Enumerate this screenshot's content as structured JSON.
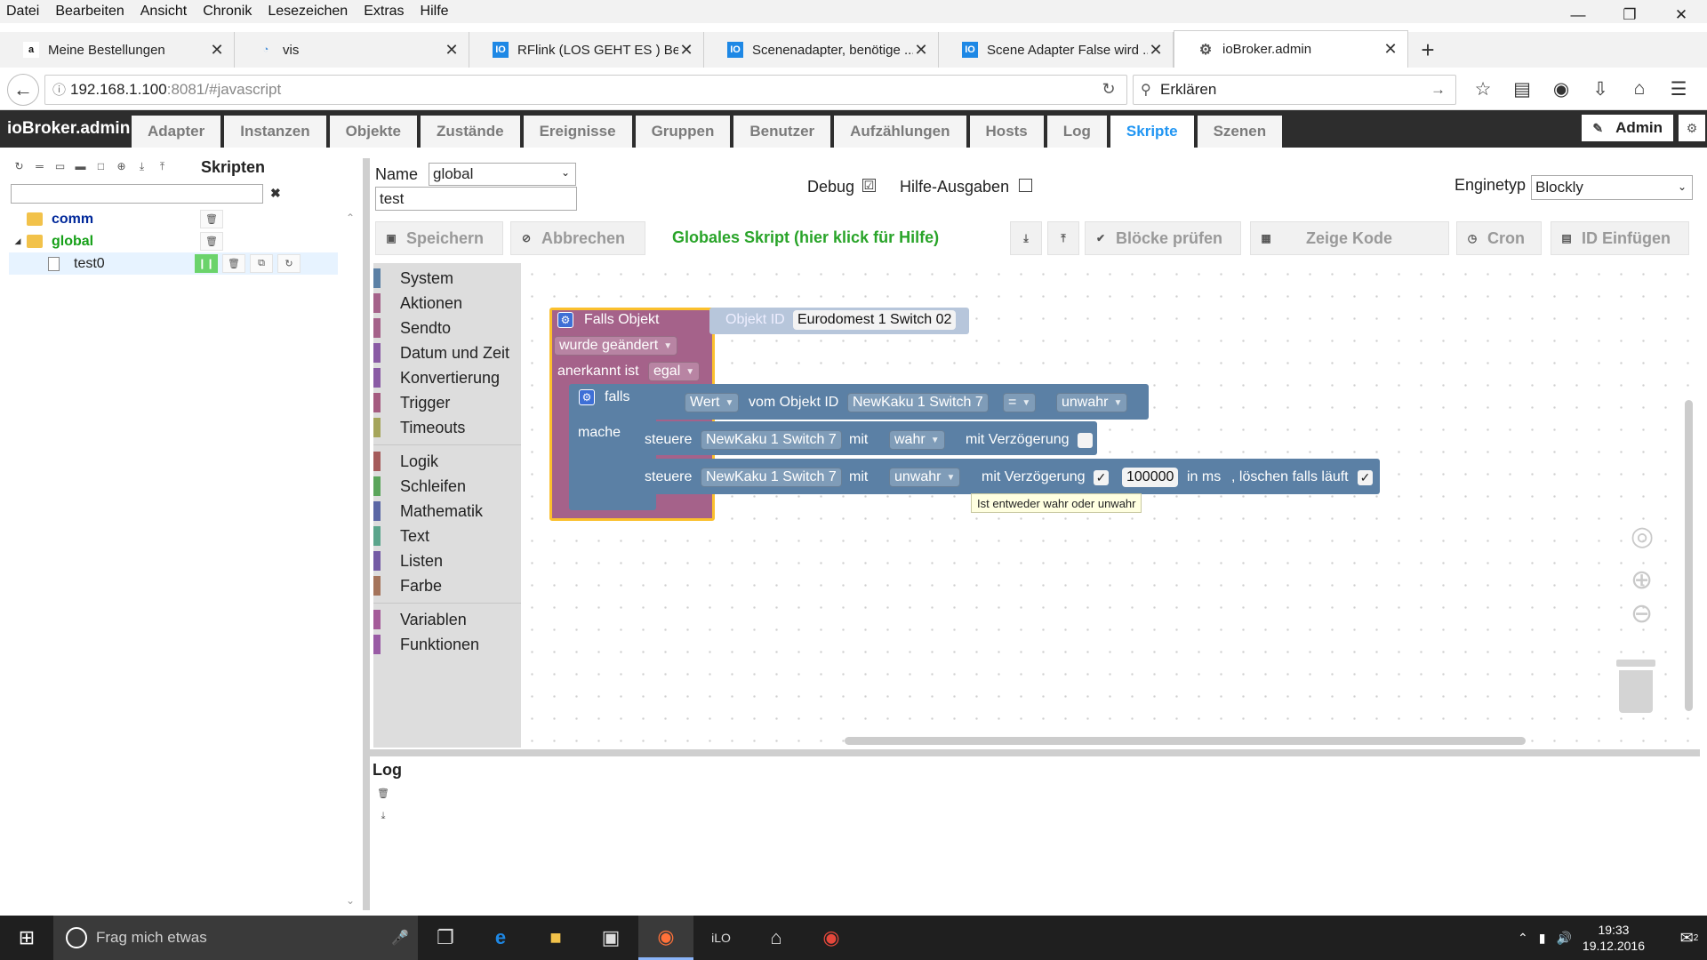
{
  "menubar": [
    "Datei",
    "Bearbeiten",
    "Ansicht",
    "Chronik",
    "Lesezeichen",
    "Extras",
    "Hilfe"
  ],
  "tabs": [
    {
      "label": "Meine Bestellungen",
      "icon": "amazon-icon"
    },
    {
      "label": "vis",
      "icon": "vis-icon"
    },
    {
      "label": "RFlink (LOS GEHT ES ) Bes...",
      "icon": "iobroker-forum-icon"
    },
    {
      "label": "Scenenadapter, benötige ...",
      "icon": "iobroker-forum-icon"
    },
    {
      "label": "Scene Adapter False wird ...",
      "icon": "iobroker-forum-icon"
    },
    {
      "label": "ioBroker.admin",
      "icon": "gear-icon"
    }
  ],
  "nav": {
    "url_host": "192.168.1.100",
    "url_rest": ":8081/#javascript",
    "search_value": "Erklären"
  },
  "app": {
    "brand": "ioBroker.admin",
    "tabs": [
      "Adapter",
      "Instanzen",
      "Objekte",
      "Zustände",
      "Ereignisse",
      "Gruppen",
      "Benutzer",
      "Aufzählungen",
      "Hosts",
      "Log",
      "Skripte",
      "Szenen"
    ],
    "active_tab": "Skripte",
    "user": "Admin"
  },
  "scripts": {
    "title": "Skripten",
    "filter_value": "",
    "tree": [
      {
        "name": "comm",
        "type": "folder"
      },
      {
        "name": "global",
        "type": "folder"
      },
      {
        "name": "test0",
        "type": "script"
      }
    ]
  },
  "editor": {
    "name_label": "Name",
    "name_value": "global",
    "description_value": "test",
    "debug_label": "Debug",
    "debug_checked": "☑",
    "help_label": "Hilfe-Ausgaben",
    "engine_label": "Enginetyp",
    "engine_value": "Blockly",
    "save_label": "Speichern",
    "cancel_label": "Abbrechen",
    "global_hint": "Globales Skript (hier klick für Hilfe)",
    "check_label": "Blöcke prüfen",
    "show_code_label": "Zeige Kode",
    "cron_label": "Cron",
    "insert_id_label": "ID Einfügen"
  },
  "toolbox": {
    "groups": [
      [
        {
          "label": "System",
          "color": "#5b80a5"
        },
        {
          "label": "Aktionen",
          "color": "#a5628a"
        },
        {
          "label": "Sendto",
          "color": "#a5628a"
        },
        {
          "label": "Datum und Zeit",
          "color": "#8a5ba5"
        },
        {
          "label": "Konvertierung",
          "color": "#8a5ba5"
        },
        {
          "label": "Trigger",
          "color": "#a55b80"
        },
        {
          "label": "Timeouts",
          "color": "#a5a55b"
        }
      ],
      [
        {
          "label": "Logik",
          "color": "#a55b5b"
        },
        {
          "label": "Schleifen",
          "color": "#5ba55b"
        },
        {
          "label": "Mathematik",
          "color": "#5b67a5"
        },
        {
          "label": "Text",
          "color": "#5ba58c"
        },
        {
          "label": "Listen",
          "color": "#745ba5"
        },
        {
          "label": "Farbe",
          "color": "#a5745b"
        }
      ],
      [
        {
          "label": "Variablen",
          "color": "#a55b99"
        },
        {
          "label": "Funktionen",
          "color": "#995ba5"
        }
      ]
    ]
  },
  "blocks": {
    "trigger_title": "Falls Objekt",
    "trigger_id_label": "Objekt ID",
    "trigger_id_value": "Eurodomest 1 Switch 02",
    "trigger_cond": "wurde geändert",
    "ack_label": "anerkannt ist",
    "ack_value": "egal",
    "if_label": "falls",
    "do_label": "mache",
    "cond_value_dd": "Wert",
    "cond_from_label": "vom Objekt ID",
    "cond_object": "NewKaku 1 Switch 7",
    "cond_op": "=",
    "cond_rhs": "unwahr",
    "control_label": "steuere",
    "control1_object": "NewKaku 1 Switch 7",
    "with_label": "mit",
    "control1_value": "wahr",
    "delay_label": "mit Verzögerung",
    "control2_object": "NewKaku 1 Switch 7",
    "control2_value": "unwahr",
    "delay_value": "100000",
    "in_ms_label": "in ms",
    "clear_label": ", löschen falls läuft",
    "checked_mark": "✓",
    "tooltip": "Ist entweder wahr oder unwahr"
  },
  "log": {
    "title": "Log"
  },
  "taskbar": {
    "search_placeholder": "Frag mich etwas",
    "time": "19:33",
    "date": "19.12.2016",
    "notifications": "2"
  },
  "colors": {
    "trigger_block": "#a5628a",
    "logic_block": "#5b80a5",
    "selected_outline": "#fbc02d",
    "accent": "#2196f3"
  }
}
